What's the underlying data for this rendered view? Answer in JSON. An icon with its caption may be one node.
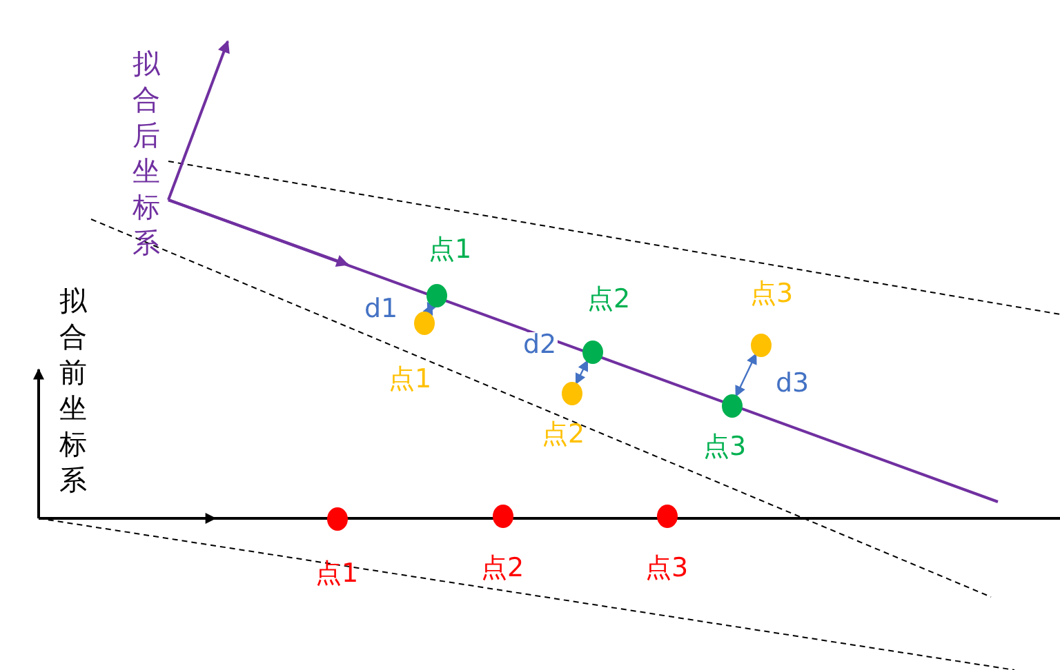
{
  "diagram": {
    "nodes": [
      {
        "text": [],
        "shape": "circle",
        "beside": [
          "点1"
        ]
      },
      {
        "text": [],
        "shape": "circle",
        "beside": [
          "点1"
        ]
      },
      {
        "text": [],
        "shape": "circle",
        "beside": [
          "点2"
        ]
      },
      {
        "text": [],
        "shape": "circle",
        "beside": [
          "点2"
        ]
      },
      {
        "text": [],
        "shape": "circle",
        "beside": [
          "点3"
        ]
      },
      {
        "text": [],
        "shape": "circle",
        "beside": [
          "点3"
        ]
      },
      {
        "text": [],
        "shape": "circle",
        "beside": [
          "点1"
        ]
      },
      {
        "text": [],
        "shape": "circle",
        "beside": [
          "点2"
        ]
      },
      {
        "text": [],
        "shape": "circle",
        "beside": [
          "点3"
        ]
      }
    ],
    "edges": [
      {
        "from": 0,
        "to": 1,
        "arrow": "both",
        "label": "d1"
      },
      {
        "from": 2,
        "to": 3,
        "arrow": "both",
        "label": "d2"
      },
      {
        "from": 4,
        "to": 5,
        "arrow": "both",
        "label": "d3"
      }
    ],
    "labels": [
      "拟合后坐标系",
      "拟合前坐标系"
    ]
  }
}
